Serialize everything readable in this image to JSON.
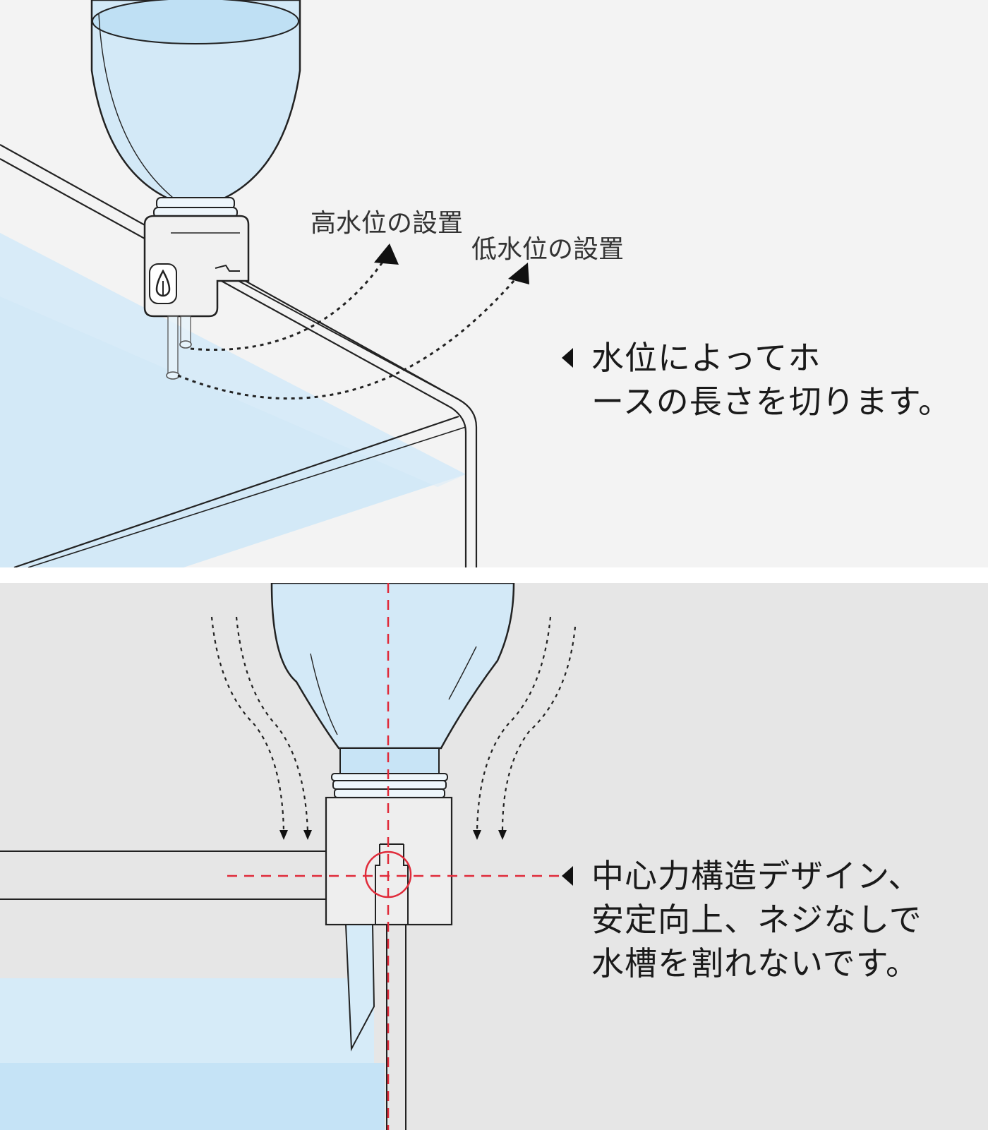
{
  "top_panel": {
    "label_high": "高水位の設置",
    "label_low": "低水位の設置",
    "note_lines": [
      "水位によってホ",
      "ースの長さを切ります。"
    ]
  },
  "bottom_panel": {
    "note_lines": [
      "中心力構造デザイン、",
      "安定向上、ネジなしで",
      "水槽を割れないです。"
    ]
  },
  "colors": {
    "water": "#cfe8f7",
    "water_light": "#ddeff9",
    "outline": "#222222",
    "guide_red": "#e02b3a",
    "top_bg": "#f3f3f3",
    "bottom_bg": "#e6e6e6"
  },
  "icons": [
    "water-drop-icon",
    "triangle-pointer-icon",
    "arrow-head-icon"
  ]
}
